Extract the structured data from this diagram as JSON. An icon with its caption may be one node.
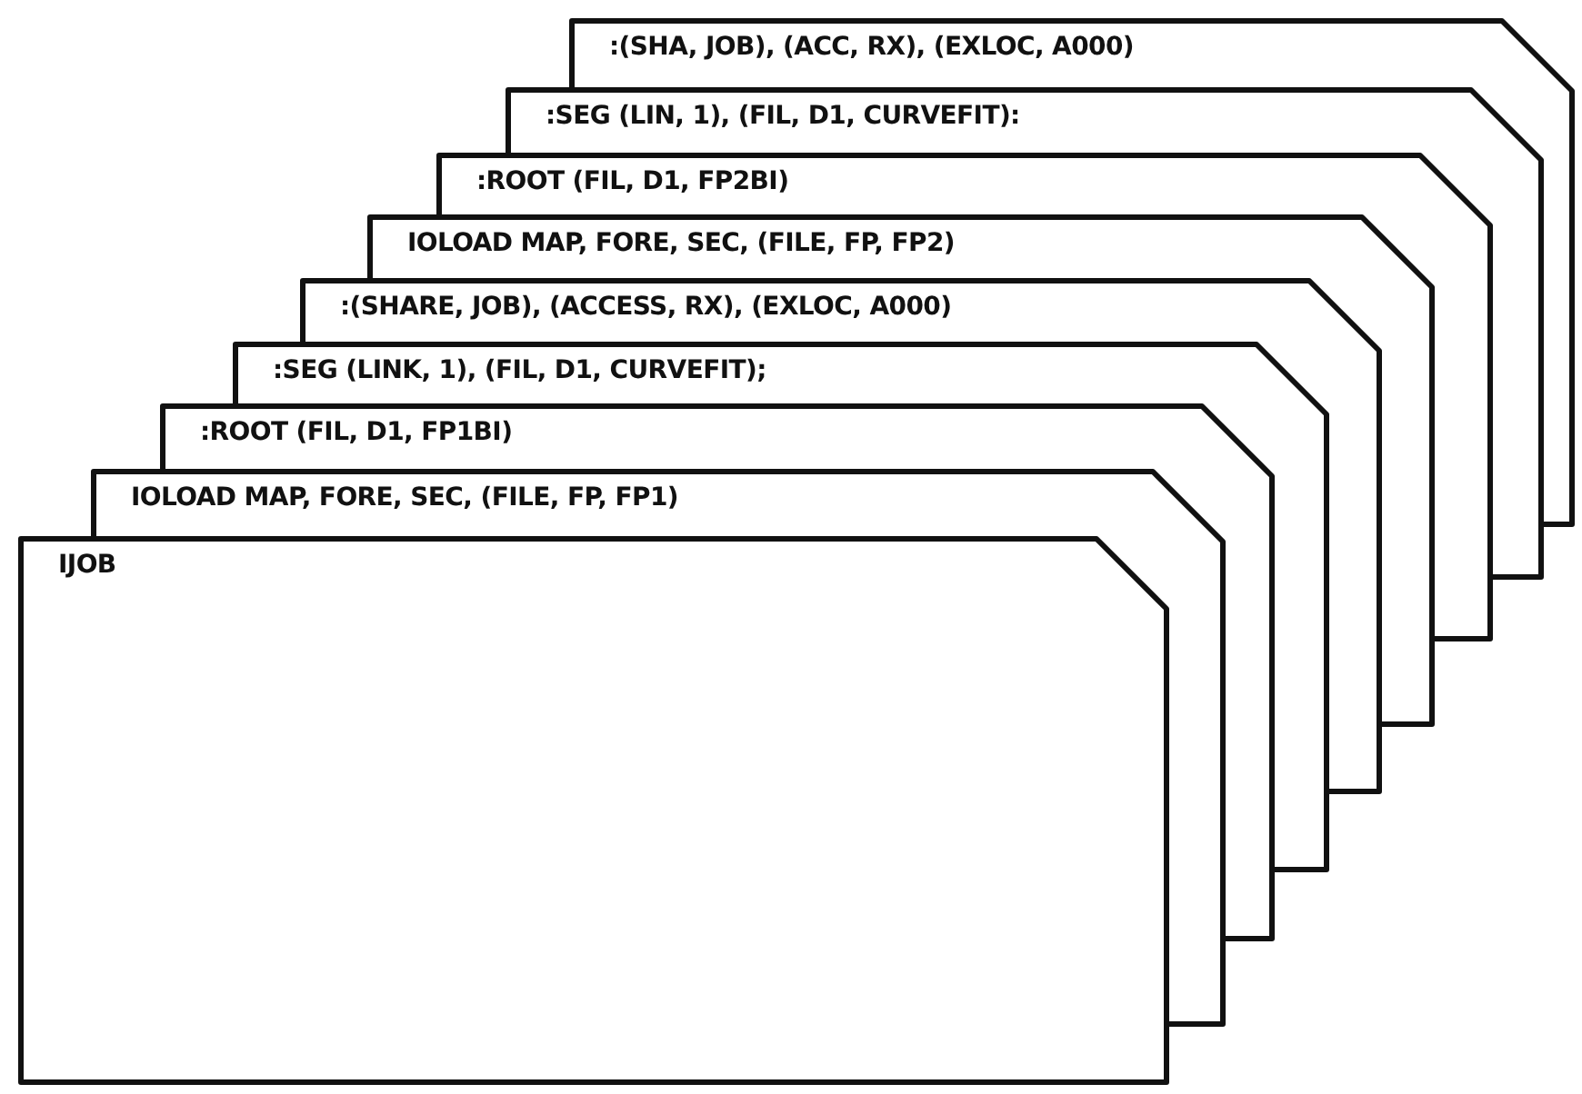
{
  "diagram": {
    "nodes": [
      {
        "text": [
          ":(SHA, JOB), (ACC, RX), (EXLOC, A000)"
        ]
      },
      {
        "text": [
          ":SEG (LIN, 1), (FIL, D1, CURVEFIT):"
        ]
      },
      {
        "text": [
          ":ROOT (FIL, D1, FP2BI)"
        ]
      },
      {
        "text": [
          "IOLOAD MAP, FORE, SEC, (FILE, FP, FP2)"
        ]
      },
      {
        "text": [
          ":(SHARE, JOB), (ACCESS, RX), (EXLOC, A000)"
        ]
      },
      {
        "text": [
          ":SEG (LINK, 1), (FIL, D1, CURVEFIT);"
        ]
      },
      {
        "text": [
          ":ROOT (FIL, D1, FP1BI)"
        ]
      },
      {
        "text": [
          "IOLOAD MAP, FORE, SEC, (FILE, FP, FP1)"
        ]
      },
      {
        "text": [
          "IJOB"
        ]
      }
    ]
  }
}
